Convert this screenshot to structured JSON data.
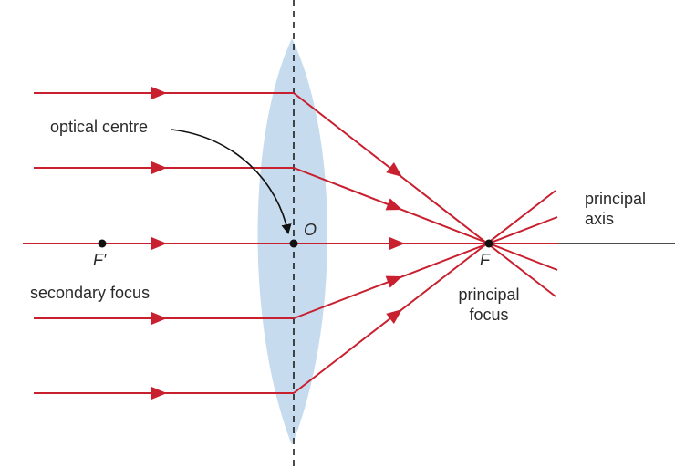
{
  "labels": {
    "optical_centre": "optical centre",
    "point_o": "O",
    "f_prime": "F′",
    "secondary_focus": "secondary focus",
    "f": "F",
    "principal_focus_line1": "principal",
    "principal_focus_line2": "focus",
    "principal_axis_line1": "principal",
    "principal_axis_line2": "axis"
  },
  "colors": {
    "ray": "#c8202f",
    "lens_fill": "#bcd5ea",
    "axis": "#111111",
    "text": "#2a2a2a"
  }
}
